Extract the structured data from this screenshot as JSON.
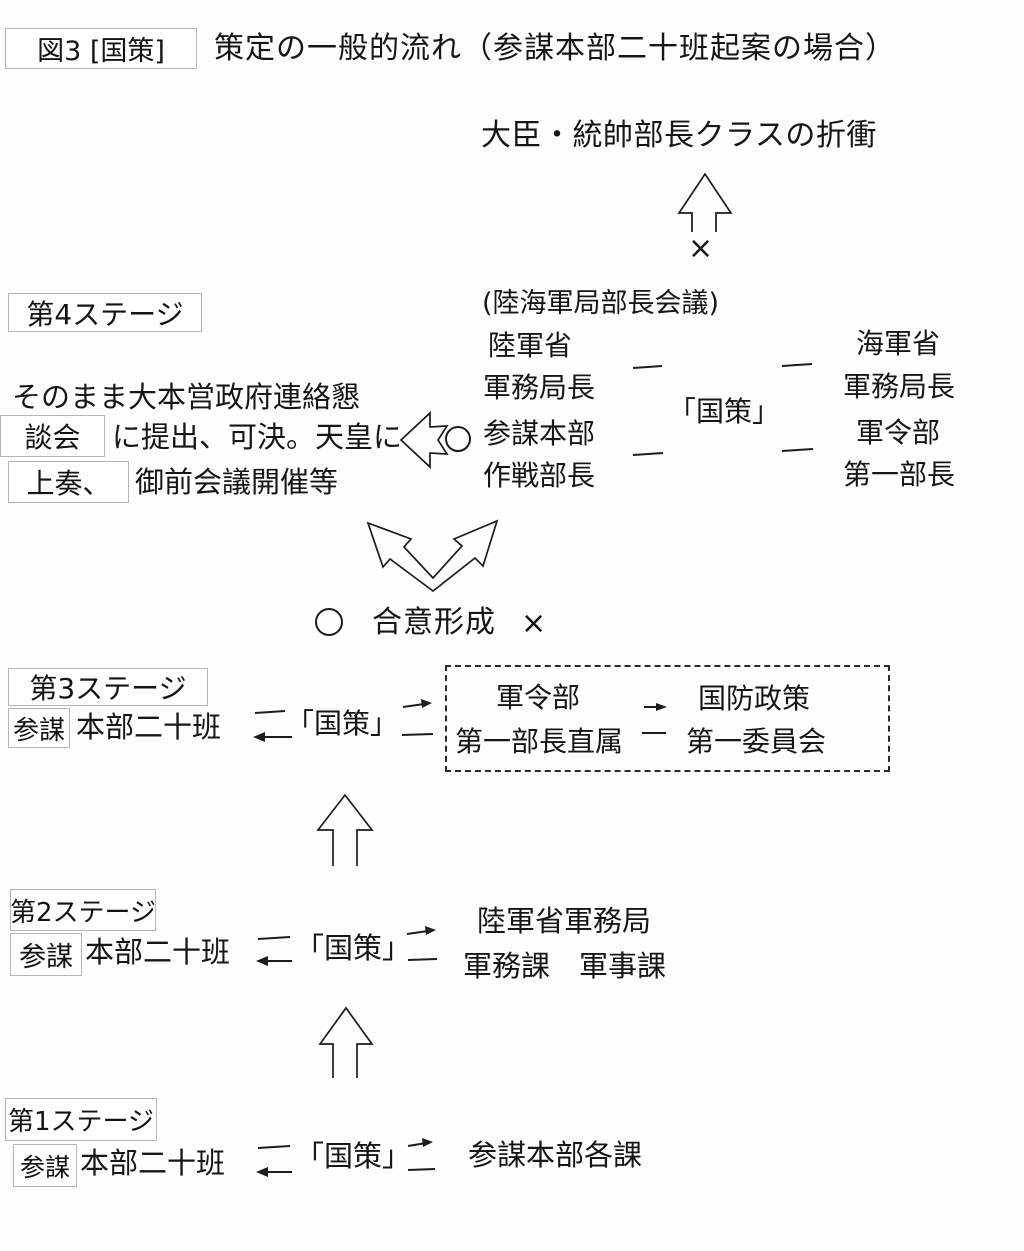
{
  "figure": {
    "title_boxed": "図3 [国策]",
    "title_rest": "策定の一般的流れ（参謀本部二十班起案の場合）"
  },
  "top_negotiation": {
    "label": "大臣・統帥部長クラスの折衝",
    "fail_mark": "×"
  },
  "stage4": {
    "label": "第4ステージ",
    "note_line1": "そのまま大本営政府連絡懇",
    "note_boxed1": "談会",
    "note_line2": "に提出、可決。天皇に",
    "note_boxed2": "上奏、",
    "note_line3": "御前会議開催等",
    "success_mark": "○",
    "conference": "(陸海軍局部長会議)",
    "army_lines": [
      "陸軍省",
      "軍務局長",
      "参謀本部",
      "作戦部長"
    ],
    "policy": "「国策」",
    "navy_lines": [
      "海軍省",
      "軍務局長",
      "軍令部",
      "第一部長"
    ]
  },
  "outcome": {
    "success_mark": "○",
    "label": "合意形成",
    "fail_mark": "×"
  },
  "stage3": {
    "label": "第3ステージ",
    "actor_boxed": "参謀",
    "actor_rest": "本部二十班",
    "policy": "「国策」",
    "partner_box": {
      "left_line1": "軍令部",
      "left_line2": "第一部長直属",
      "right_line1": "国防政策",
      "right_line2": "第一委員会"
    }
  },
  "stage2": {
    "label": "第2ステージ",
    "actor_boxed": "参謀",
    "actor_rest": "本部二十班",
    "policy": "「国策」",
    "partner_line1": "陸軍省軍務局",
    "partner_line2": "軍務課　軍事課"
  },
  "stage1": {
    "label": "第1ステージ",
    "actor_boxed": "参謀",
    "actor_rest": "本部二十班",
    "policy": "「国策」",
    "partner": "参謀本部各課"
  },
  "colors": {
    "ink": "#1c1c1c",
    "box_border": "#b5b5b5",
    "background": "#fdfdfc"
  }
}
